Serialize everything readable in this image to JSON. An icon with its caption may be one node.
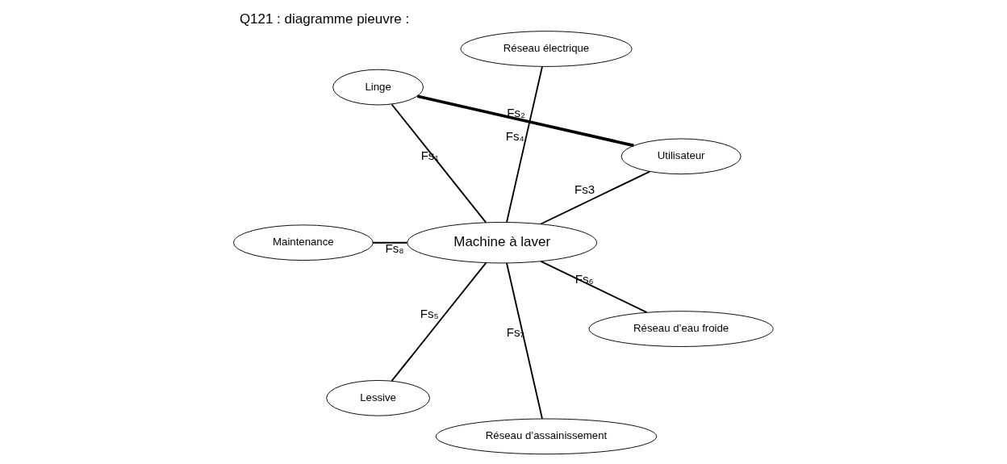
{
  "diagram": {
    "title": "Q121 : diagramme pieuvre :",
    "nodes": [
      {
        "text": [
          "Utilisateur"
        ]
      },
      {
        "text": [
          "Réseau électrique"
        ]
      },
      {
        "text": [
          "Linge"
        ]
      },
      {
        "text": [
          "Machine à laver"
        ]
      },
      {
        "text": [
          "Maintenance"
        ]
      },
      {
        "text": [
          "Lessive"
        ]
      },
      {
        "text": [
          "Réseau d’assainissement"
        ]
      },
      {
        "text": [
          "Réseau d’eau froide"
        ]
      }
    ],
    "edges": [
      {
        "from": 2,
        "to": 3,
        "arrow": "none",
        "label": "Fs₁"
      },
      {
        "from": 2,
        "to": 0,
        "arrow": "none",
        "label": "Fs₂",
        "style": "thick"
      },
      {
        "from": 0,
        "to": 3,
        "arrow": "none",
        "label": "Fs3"
      },
      {
        "from": 1,
        "to": 3,
        "arrow": "none",
        "label": "Fs₄"
      },
      {
        "from": 5,
        "to": 3,
        "arrow": "none",
        "label": "Fs₅"
      },
      {
        "from": 7,
        "to": 3,
        "arrow": "none",
        "label": "Fs₆"
      },
      {
        "from": 6,
        "to": 3,
        "arrow": "none",
        "label": "Fs₇"
      },
      {
        "from": 4,
        "to": 3,
        "arrow": "none",
        "label": "Fs₈"
      }
    ]
  }
}
